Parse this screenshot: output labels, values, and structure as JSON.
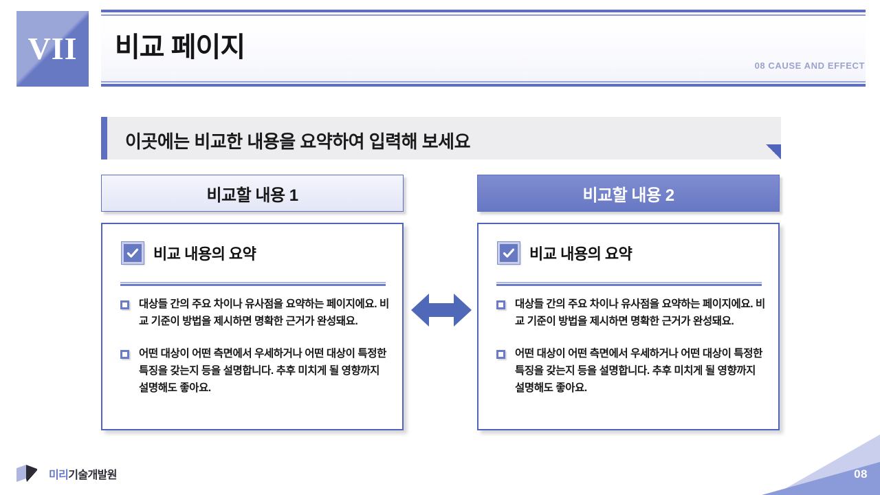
{
  "header": {
    "badge": "VII",
    "title": "비교 페이지",
    "section_label": "08 CAUSE AND EFFECT"
  },
  "banner": {
    "text": "이곳에는 비교한 내용을 요약하여 입력해 보세요"
  },
  "columns": [
    {
      "head_label": "비교할 내용 1",
      "card_title": "비교 내용의 요약",
      "checkbox_icon": "check-icon",
      "bullets": [
        "대상들 간의 주요 차이나 유사점을 요약하는 페이지에요. 비교 기준이 방법을 제시하면 명확한 근거가 완성돼요.",
        "어떤 대상이 어떤 측면에서 우세하거나 어떤 대상이 특정한 특징을 갖는지 등을 설명합니다. 추후 미치게 될 영향까지 설명해도 좋아요."
      ]
    },
    {
      "head_label": "비교할 내용 2",
      "card_title": "비교 내용의 요약",
      "checkbox_icon": "check-icon",
      "bullets": [
        "대상들 간의 주요 차이나 유사점을 요약하는 페이지에요. 비교 기준이 방법을 제시하면 명확한 근거가 완성돼요.",
        "어떤 대상이 어떤 측면에서 우세하거나 어떤 대상이 특정한 특징을 갖는지 등을 설명합니다. 추후 미치게 될 영향까지 설명해도 좋아요."
      ]
    }
  ],
  "connector": {
    "icon": "double-arrow-horizontal-icon"
  },
  "footer": {
    "logo_name_primary": "미리",
    "logo_name_secondary": "기술개발원",
    "page_number": "08"
  },
  "colors": {
    "accent": "#5e6fc0",
    "accent_dark": "#5064bb",
    "accent_light": "#9aa5d8",
    "banner_bg": "#edecef",
    "section_label": "#9aa3cc",
    "text_dark": "#161616",
    "corner_light": "#c9cfec",
    "corner_dark": "#8b9ad8"
  }
}
